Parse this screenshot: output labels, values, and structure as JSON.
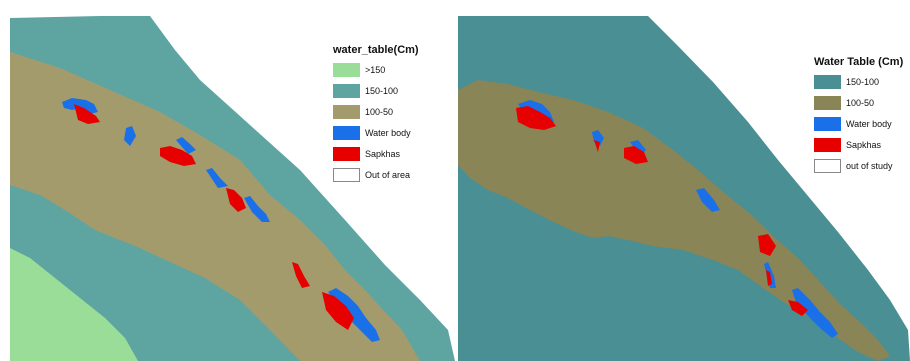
{
  "maps": [
    {
      "legend": {
        "title": "water_table(Cm)",
        "items": [
          {
            "label": ">150",
            "color": "#99dd99",
            "border": "#99dd99"
          },
          {
            "label": "150-100",
            "color": "#5ea5a2",
            "border": "#5ea5a2"
          },
          {
            "label": "100-50",
            "color": "#a39b6c",
            "border": "#a39b6c"
          },
          {
            "label": "Water body",
            "color": "#1a70e8",
            "border": "#1a70e8"
          },
          {
            "label": "Sapkhas",
            "color": "#e60000",
            "border": "#e60000"
          },
          {
            "label": "Out of area",
            "color": "#ffffff",
            "border": "#888888"
          }
        ]
      }
    },
    {
      "legend": {
        "title": "Water Table (Cm)",
        "items": [
          {
            "label": "150-100",
            "color": "#4a8f94",
            "border": "#4a8f94"
          },
          {
            "label": "100-50",
            "color": "#8a8556",
            "border": "#8a8556"
          },
          {
            "label": "Water body",
            "color": "#1a70e8",
            "border": "#1a70e8"
          },
          {
            "label": "Sapkhas",
            "color": "#e60000",
            "border": "#e60000"
          },
          {
            "label": "out of study",
            "color": "#ffffff",
            "border": "#888888"
          }
        ]
      }
    }
  ]
}
